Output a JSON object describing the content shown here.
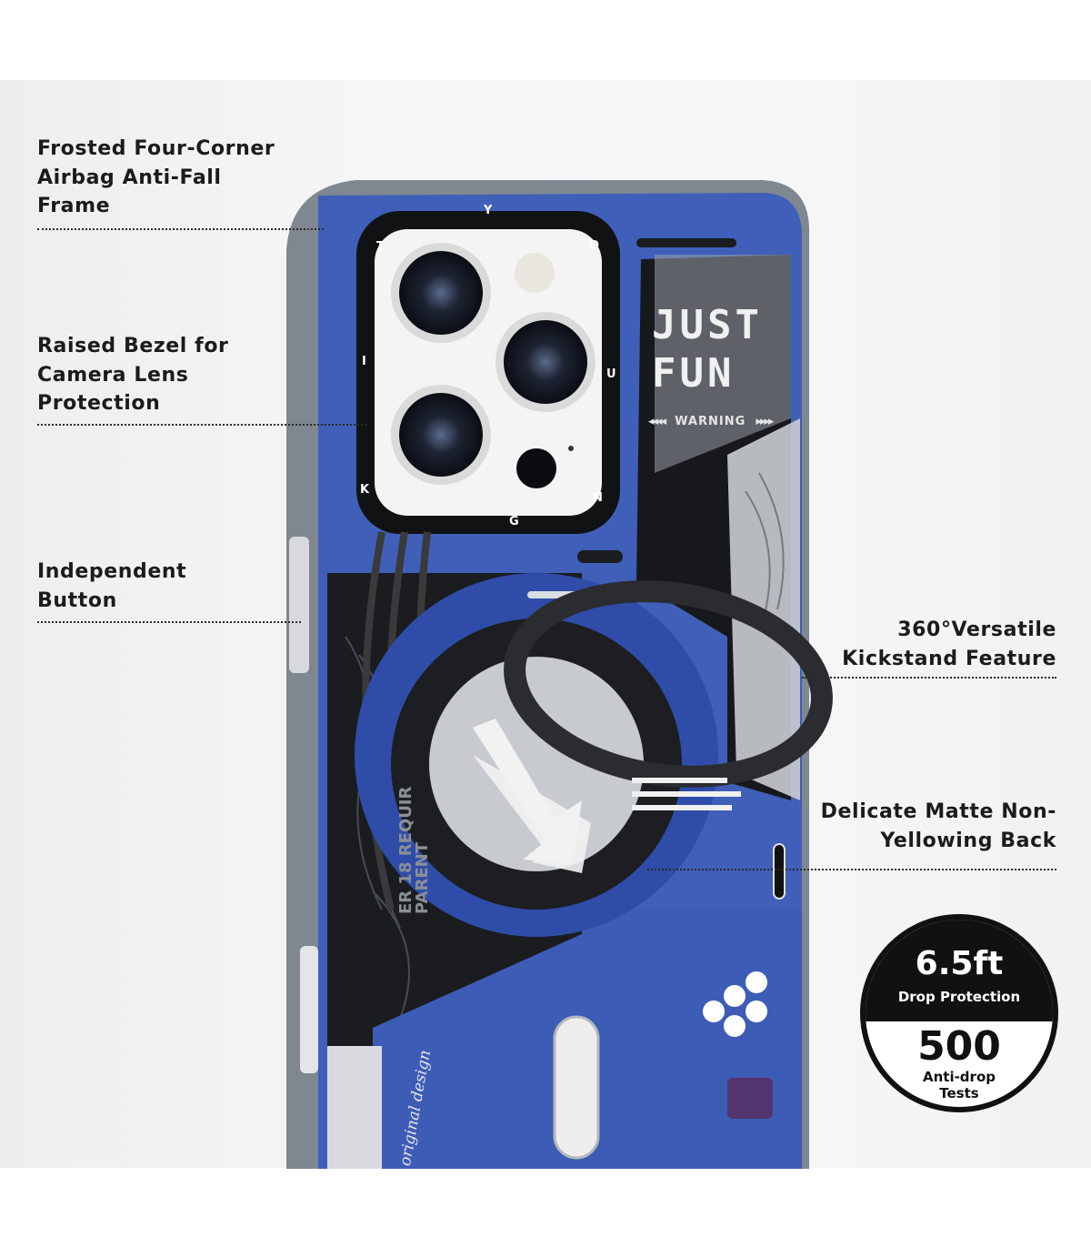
{
  "features": {
    "frame": [
      "Frosted Four-Corner",
      "Airbag Anti-Fall",
      "Frame"
    ],
    "bezel": [
      "Raised Bezel for",
      "Camera Lens",
      "Protection"
    ],
    "button": [
      "Independent",
      "Button"
    ],
    "kickstand": [
      "360°Versatile",
      "Kickstand Feature"
    ],
    "back": [
      "Delicate Matte Non-",
      "Yellowing Back"
    ]
  },
  "case_print": {
    "headline1": "JUST",
    "headline2": "FUN",
    "warning": "WARNING",
    "bezel_letters": [
      "Y",
      "O",
      "U",
      "N",
      "G",
      "K",
      "I",
      "T"
    ],
    "side_text1": "ER 18 REQUIR",
    "side_text2": "PARENT",
    "script_text": "original design"
  },
  "badge": {
    "value1": "6.5ft",
    "label1": "Drop Protection",
    "value2": "500",
    "label2a": "Anti-drop",
    "label2b": "Tests"
  },
  "colors": {
    "case_blue": "#3f5fb8",
    "frame_grey": "#7a838d",
    "dark": "#111111"
  }
}
